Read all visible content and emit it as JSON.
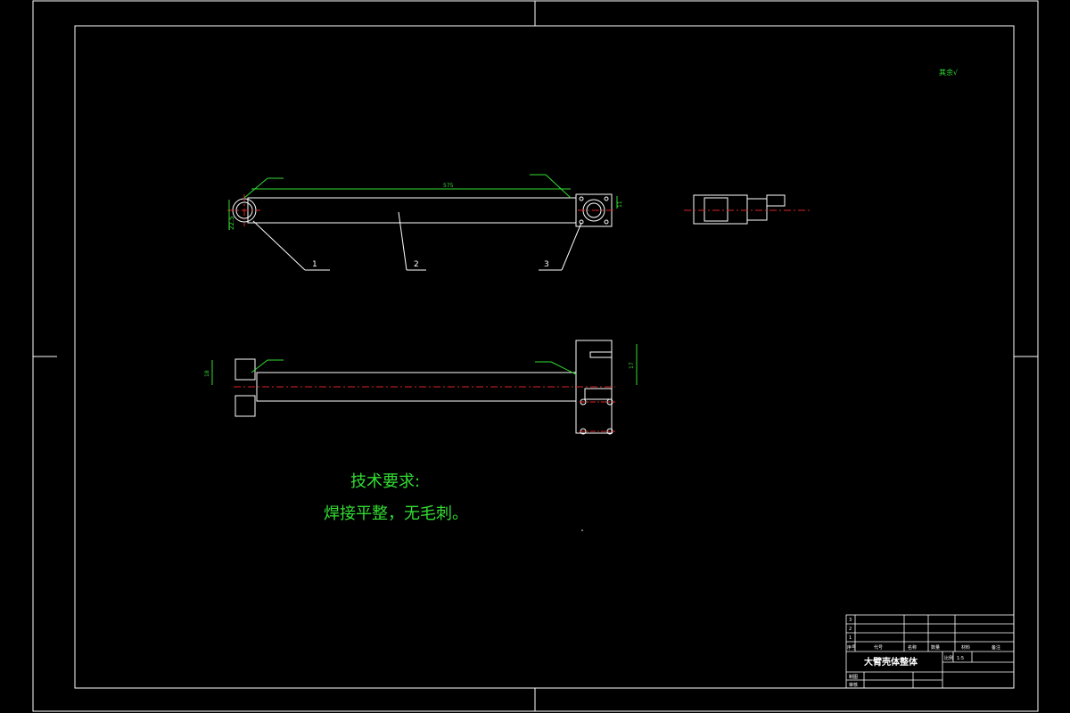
{
  "drawing": {
    "surface_symbol": "其余√",
    "dimensions": {
      "top_length": "575",
      "left_height": "22.5",
      "right_small": "11",
      "bottom_left": "18",
      "bottom_right": "17"
    },
    "balloons": [
      "1",
      "2",
      "3"
    ],
    "tech_title": "技术要求:",
    "tech_text": "焊接平整，无毛刺。"
  },
  "title_block": {
    "name": "大臂壳体整体",
    "scale_label": "比例",
    "scale_value": "1:5",
    "header_labels": [
      "序号",
      "代号",
      "名称",
      "数量",
      "材料",
      "备注"
    ],
    "rows": [
      "3",
      "2",
      "1"
    ],
    "draw_label": "制图",
    "check_label": "审核"
  },
  "colors": {
    "line": "#ffffff",
    "dimension": "#33dd33",
    "center": "#dd2222",
    "background": "#000000"
  }
}
